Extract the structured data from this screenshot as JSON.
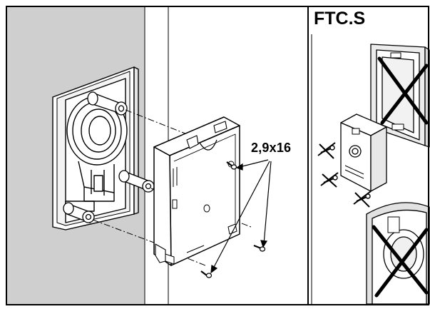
{
  "screw_spec": "2,9x16",
  "model_name": "FTC.S",
  "colors": {
    "wall_shade": "#cfcfcf",
    "line": "#000000",
    "background": "#ffffff"
  },
  "panels": {
    "main": {
      "name": "mounting-instructions"
    },
    "side": {
      "name": "not-allowed-mountings",
      "crossed_out_items": 3
    }
  }
}
